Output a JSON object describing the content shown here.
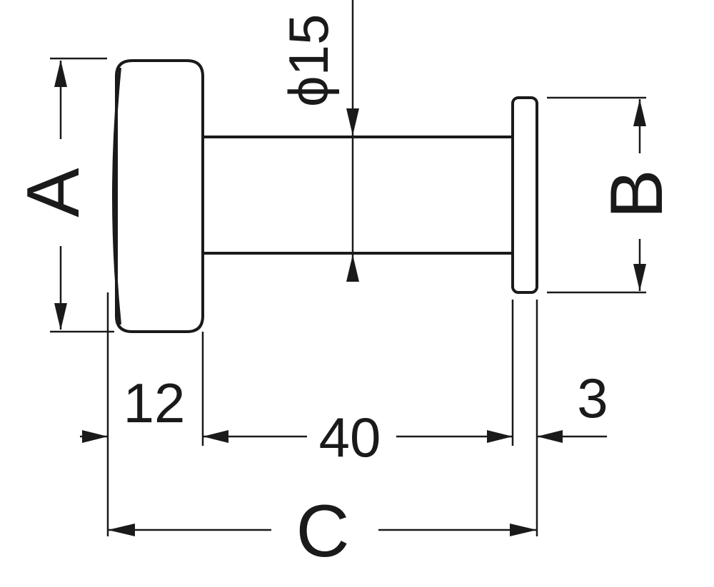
{
  "labels": {
    "a": "A",
    "b": "B",
    "c": "C",
    "knob_width": "12",
    "shaft_length": "40",
    "flange_thickness": "3",
    "shaft_diameter": "ϕ15"
  },
  "colors": {
    "ink": "#1a1a1a",
    "background": "#ffffff"
  }
}
